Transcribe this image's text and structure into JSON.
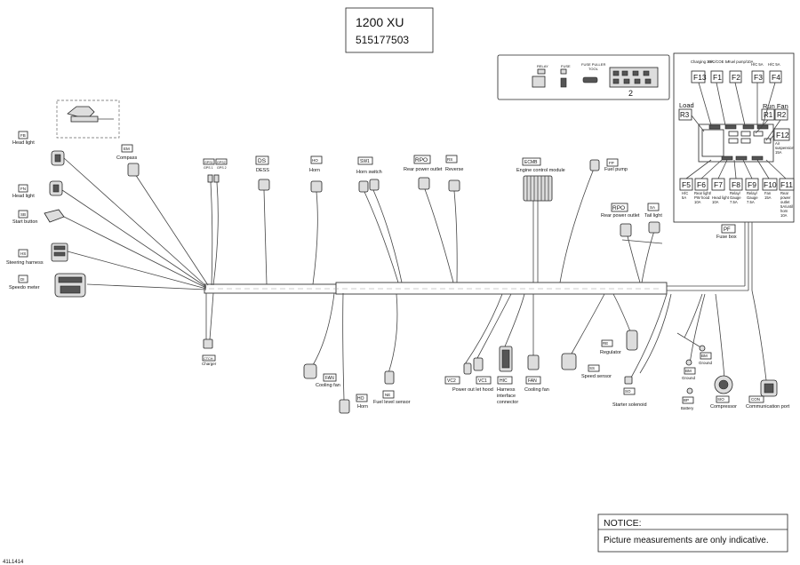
{
  "title": {
    "model": "1200 XU",
    "part_number": "515177503"
  },
  "inset": {
    "relay": "RELAY",
    "fuse": "FUSE",
    "fuse_puller": "FUSE PULLER",
    "tool": "TOOL",
    "item": "2"
  },
  "fuse_box": {
    "top_labels": [
      {
        "id": "F13",
        "desc": "Charging 30A"
      },
      {
        "id": "F1",
        "desc": "H/C/COE 5A"
      },
      {
        "id": "F2",
        "desc": "Fuel pump/10A"
      },
      {
        "id": "F3",
        "desc": "H/C 5A"
      },
      {
        "id": "F4",
        "desc": "H/C 5A"
      }
    ],
    "load": "Load",
    "r3": "R3",
    "run_fan": "Run Fan",
    "r1": "R1",
    "r2": "R2",
    "f12": "F12",
    "f12_desc": [
      "Air",
      "suspension",
      "15A"
    ],
    "bottom_labels": [
      {
        "id": "F5",
        "desc": [
          "H/C",
          "5A"
        ]
      },
      {
        "id": "F6",
        "desc": [
          "Rear light/",
          "PW hood",
          "10A"
        ]
      },
      {
        "id": "F7",
        "desc": [
          "Head light",
          "10A"
        ]
      },
      {
        "id": "F8",
        "desc": [
          "Relay/",
          "Gauge",
          "7.5A"
        ]
      },
      {
        "id": "F9",
        "desc": [
          "Relay/",
          "Gauge",
          "7.5A"
        ]
      },
      {
        "id": "F10",
        "desc": [
          "Fan",
          "15A"
        ]
      },
      {
        "id": "F11",
        "desc": [
          "Rear",
          "power",
          "outlet",
          "5A/until",
          "horn",
          "10A"
        ]
      }
    ]
  },
  "components": {
    "fl": {
      "tag": "FB",
      "name": "Head light"
    },
    "fr": {
      "tag": "FN",
      "name": "Head light"
    },
    "sb": {
      "tag": "SB",
      "name": "Start button"
    },
    "hs": {
      "tag": "HS",
      "name": "Steering harness"
    },
    "di": {
      "tag": "DI",
      "name": "Speedo meter"
    },
    "em": {
      "tag": "EM",
      "name": "Compass"
    },
    "gps": {
      "tag1": "GPS1",
      "tag2": "GPS2",
      "name1": "GPS 1",
      "name2": "GPS 2"
    },
    "ds": {
      "tag": "DS",
      "name": "DESS"
    },
    "ho_top": {
      "tag": "HO",
      "name": "Horn"
    },
    "sw1": {
      "tag": "SW1",
      "name": "Horn switch"
    },
    "rpo_top": {
      "tag": "RPO",
      "name": "Rear power outlet"
    },
    "rs": {
      "tag": "RS",
      "name": "Reverse"
    },
    "ecm": {
      "tag": "ECMB",
      "name": "Engine control module"
    },
    "fp": {
      "tag": "FP",
      "name": "Fuel pump"
    },
    "rpo_right": {
      "tag": "RPO",
      "name": "Rear power outlet"
    },
    "sa": {
      "tag": "SA",
      "name": "Tail light"
    },
    "pf": {
      "tag": "PF",
      "name": "Fuse box"
    },
    "ch": {
      "tag": "CTCH",
      "name": "Charger"
    },
    "fan_left": {
      "tag": "FAN",
      "name": "Cooling fan"
    },
    "ho_bottom": {
      "tag": "HO",
      "name": "Horn"
    },
    "nl": {
      "tag": "NE",
      "name": "Fuel level sensor"
    },
    "vc2": {
      "tag": "VC2"
    },
    "vc1": {
      "tag": "VC1",
      "name": "Power out let hood"
    },
    "hic": {
      "tag": "HIC",
      "name": [
        "Harness",
        "interface",
        "connector"
      ]
    },
    "fan_right": {
      "tag": "FAN",
      "name": "Cooling fan"
    },
    "re": {
      "tag": "RE",
      "name": "Regulator"
    },
    "ss": {
      "tag": "SS",
      "name": "Speed sensor"
    },
    "so": {
      "tag": "SO",
      "name": "Starter solenoid"
    },
    "bm1": {
      "tag": "BM",
      "name": "Ground"
    },
    "bm2": {
      "tag": "BM",
      "name": "Ground"
    },
    "bp": {
      "tag": "BP",
      "name": "Battery"
    },
    "comp": {
      "tag": "SIO",
      "name": "Compressor"
    },
    "con": {
      "tag": "CON",
      "name": "Communication port"
    }
  },
  "notice": {
    "title": "NOTICE:",
    "text": "Picture measurements are only indicative."
  },
  "figure_code": "41L1414"
}
